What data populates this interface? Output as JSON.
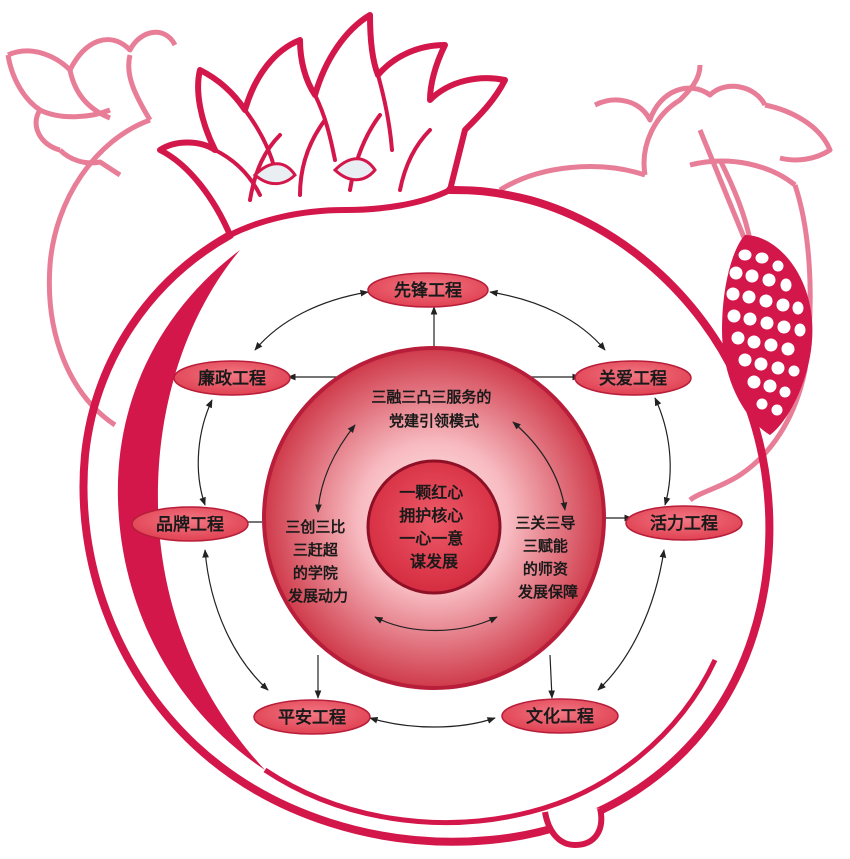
{
  "colors": {
    "crimson": "#d3174a",
    "pink_light": "#e87d98",
    "node_fill": "#e8525e",
    "node_stroke": "#b81d3a",
    "ring_center": "#ffe9ea",
    "ring_edge": "#cf3a4a",
    "core_fill": "#de3a4c",
    "arrow": "#222222"
  },
  "center": {
    "lines": [
      "一颗红心",
      "拥护核心",
      "一心一意",
      "谋发展"
    ]
  },
  "ring": {
    "top": [
      "三融三凸三服务的",
      "党建引领模式"
    ],
    "left": [
      "三创三比",
      "三赶超",
      "的学院",
      "发展动力"
    ],
    "right": [
      "三关三导",
      "三赋能",
      "的师资",
      "发展保障"
    ]
  },
  "nodes": {
    "top": "先锋工程",
    "upper_left": "廉政工程",
    "upper_right": "关爱工程",
    "mid_left": "品牌工程",
    "mid_right": "活力工程",
    "lower_left": "平安工程",
    "lower_right": "文化工程"
  },
  "icons": {
    "main": "pomegranate-icon",
    "left_bg": "pomegranate-outline-icon",
    "right_bg": "pomegranate-seeds-icon"
  }
}
